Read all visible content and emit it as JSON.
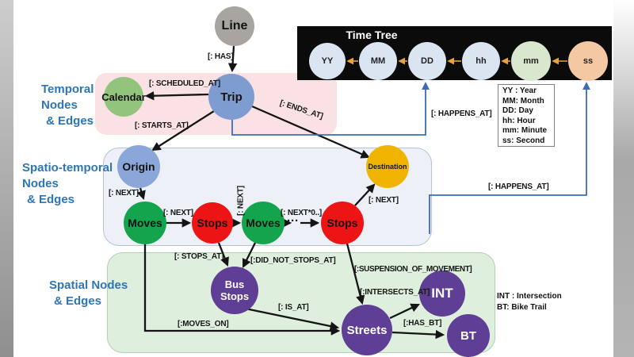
{
  "sections": {
    "temporal": [
      "Temporal",
      "Nodes",
      "& Edges"
    ],
    "spatio_temporal": [
      "Spatio-temporal",
      "Nodes",
      "& Edges"
    ],
    "spatial": [
      "Spatial Nodes",
      "& Edges"
    ]
  },
  "time_tree": {
    "title": "Time Tree",
    "nodes": [
      "YY",
      "MM",
      "DD",
      "hh",
      "mm",
      "ss"
    ],
    "legend": [
      "YY : Year",
      "MM: Month",
      "DD: Day",
      "hh: Hour",
      "mm: Minute",
      "ss: Second"
    ]
  },
  "nodes": {
    "line": "Line",
    "calendar": "Calendar",
    "trip": "Trip",
    "origin": "Origin",
    "destination": "Destination",
    "moves": "Moves",
    "stops": "Stops",
    "bus_stops": [
      "Bus",
      "Stops"
    ],
    "streets": "Streets",
    "int": "INT",
    "bt": "BT",
    "ellipsis": "···"
  },
  "edges": {
    "has": "[: HAS]",
    "scheduled_at": "[: SCHEDULED_AT]",
    "starts_at": "[: STARTS_AT]",
    "ends_at": "[: ENDS_AT]",
    "happens_at_trip": "[: HAPPENS_AT]",
    "happens_at_box": "[: HAPPENS_AT]",
    "next_origin": "[: NEXT]",
    "next_moves": "[: NEXT]",
    "next_stops": "[: NEXT]",
    "next_repeat": "[: NEXT*0..]",
    "next_destination": "[: NEXT]",
    "stops_at": "[: STOPS_AT]",
    "did_not_stops_at": "[:DID_NOT_STOPS_AT]",
    "suspension_of_movement": "[:SUSPENSION_OF_MOVEMENT]",
    "intersects_at": "[:INTERSECTS_AT]",
    "is_at": "[: IS_AT]",
    "moves_on": "[:MOVES_ON]",
    "has_bt": "[:HAS_BT]"
  },
  "footnote": [
    "INT : Intersection",
    "BT: Bike Trail"
  ],
  "colors": {
    "temporal_box": "#fae2e4",
    "spatio_temporal_box": "#edf1f7",
    "spatial_box": "#def0dd",
    "time_tree_box": "#0b0b0b",
    "heading_text": "#2e75b6",
    "edge_black": "#141414",
    "edge_blue": "#3c6cb5",
    "edge_orange": "#e8a23c",
    "node_line": "#a8a5a1",
    "node_calendar": "#93c47d",
    "node_trip": "#7e9cd0",
    "node_origin": "#8ba6d8",
    "node_destination": "#f0b400",
    "node_moves": "#14a44d",
    "node_stops": "#ec1414",
    "node_spatial_purple": "#5f3e96",
    "time_node_blue": "#dbe5f1",
    "time_node_green": "#d8e7cd",
    "time_node_salmon": "#f5c8a4"
  }
}
